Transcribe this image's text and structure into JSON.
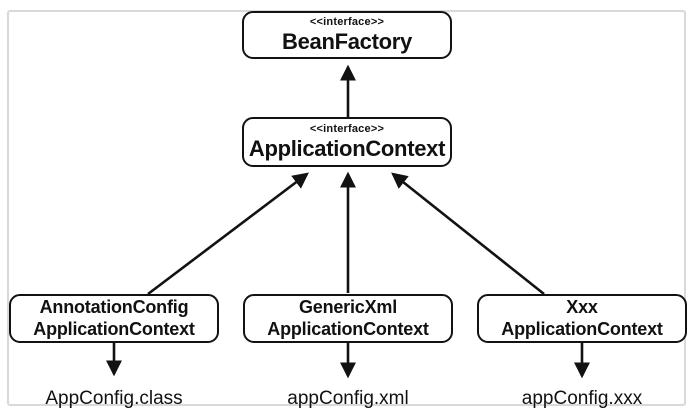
{
  "diagram": {
    "type": "uml-class-hierarchy",
    "colors": {
      "background": "#ffffff",
      "line": "#121212",
      "frame_border": "#d9d9d9"
    },
    "nodes": {
      "bean_factory": {
        "stereotype": "<<interface>>",
        "name": "BeanFactory"
      },
      "application_context": {
        "stereotype": "<<interface>>",
        "name": "ApplicationContext"
      },
      "annotation_config": {
        "line1": "AnnotationConfig",
        "line2": "ApplicationContext"
      },
      "generic_xml": {
        "line1": "GenericXml",
        "line2": "ApplicationContext"
      },
      "xxx": {
        "line1": "Xxx",
        "line2": "ApplicationContext"
      }
    },
    "file_labels": {
      "left": "AppConfig.class",
      "center": "appConfig.xml",
      "right": "appConfig.xxx"
    },
    "edges": [
      {
        "from": "application_context",
        "to": "bean_factory",
        "style": "solid-arrow"
      },
      {
        "from": "annotation_config",
        "to": "application_context",
        "style": "solid-arrow"
      },
      {
        "from": "generic_xml",
        "to": "application_context",
        "style": "solid-arrow"
      },
      {
        "from": "xxx",
        "to": "application_context",
        "style": "solid-arrow"
      },
      {
        "from": "annotation_config",
        "to": "AppConfig.class",
        "style": "solid-arrow"
      },
      {
        "from": "generic_xml",
        "to": "appConfig.xml",
        "style": "solid-arrow"
      },
      {
        "from": "xxx",
        "to": "appConfig.xxx",
        "style": "solid-arrow"
      }
    ]
  }
}
